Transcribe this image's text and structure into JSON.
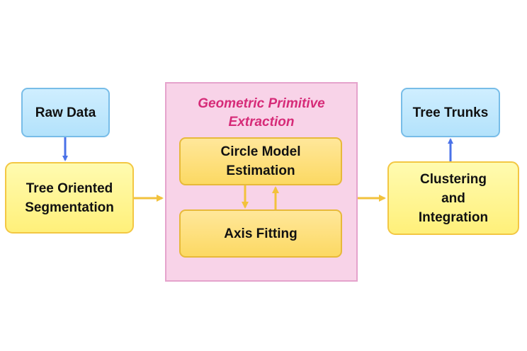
{
  "diagram": {
    "nodes": {
      "raw_data": "Raw Data",
      "tree_oriented_segmentation": "Tree Oriented\nSegmentation",
      "geometric_primitive_extraction": "Geometric Primitive\nExtraction",
      "circle_model_estimation": "Circle Model\nEstimation",
      "axis_fitting": "Axis Fitting",
      "clustering_and_integration": "Clustering\nand\nIntegration",
      "tree_trunks": "Tree Trunks"
    },
    "colors": {
      "blue_box_fill": "#c1e8fd",
      "blue_box_border": "#78bde8",
      "yellow_box_fill": "#fff59a",
      "yellow_box_border": "#f3c743",
      "panel_fill": "#f8d3e8",
      "panel_title": "#d62b78",
      "blue_arrow": "#4a72e8",
      "yellow_arrow": "#f2c23c"
    },
    "edges": [
      {
        "from": "raw_data",
        "to": "tree_oriented_segmentation"
      },
      {
        "from": "tree_oriented_segmentation",
        "to": "geometric_primitive_extraction"
      },
      {
        "from": "circle_model_estimation",
        "to": "axis_fitting"
      },
      {
        "from": "axis_fitting",
        "to": "circle_model_estimation"
      },
      {
        "from": "geometric_primitive_extraction",
        "to": "clustering_and_integration"
      },
      {
        "from": "clustering_and_integration",
        "to": "tree_trunks"
      }
    ]
  }
}
